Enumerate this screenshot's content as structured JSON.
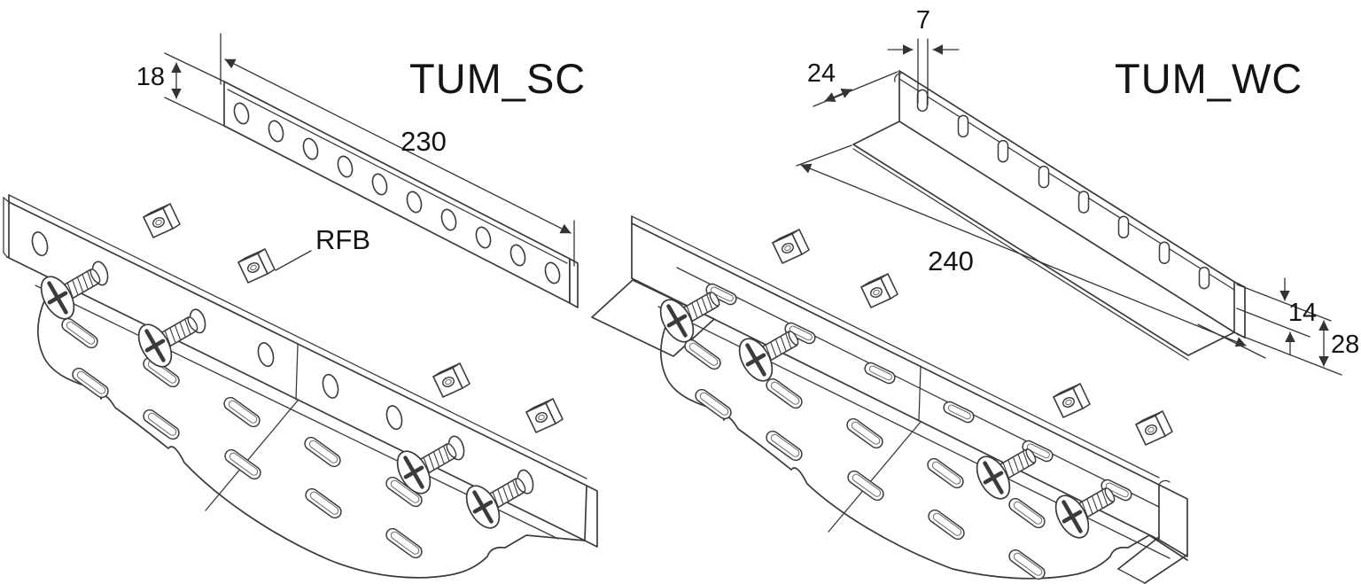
{
  "figure": {
    "left": {
      "title": "TUM_SC",
      "dim_height": "18",
      "dim_length": "230",
      "part_label": "RFB"
    },
    "right": {
      "title": "TUM_WC",
      "dim_slot_width": "7",
      "dim_end_offset": "24",
      "dim_length": "240",
      "dim_lip_height": "14",
      "dim_total_height": "28"
    }
  },
  "colors": {
    "line": "#3b3b3b",
    "text": "#141414",
    "background": "#ffffff"
  }
}
